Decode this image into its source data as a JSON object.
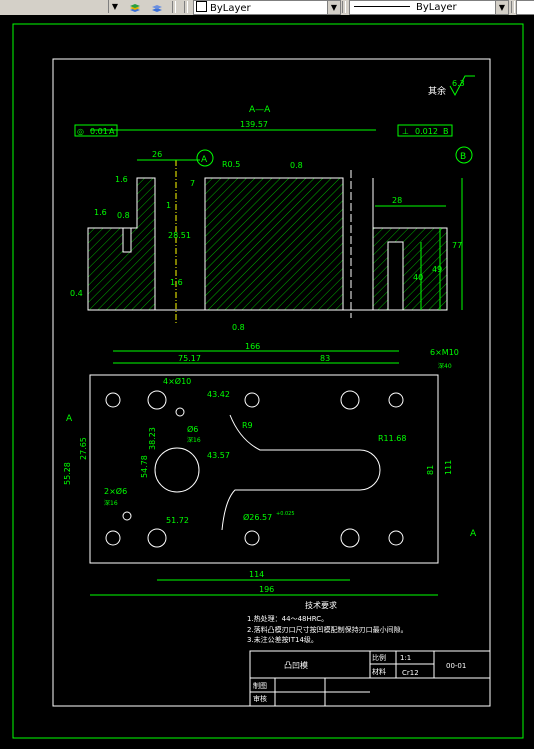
{
  "toolbar": {
    "color_value": "ByLayer",
    "linetype_value": "ByLayer",
    "dropdown_arrow": "▼"
  },
  "drawing": {
    "section_label": "A—A",
    "roughness_rest_label": "其余",
    "roughness_rest_value": "6.3",
    "dims_section": {
      "overall": "139.57",
      "d26": "26",
      "r05": "R0.5",
      "ra08_top": "0.8",
      "d7": "7",
      "d16_top": "1.6",
      "d16_left": "1.6",
      "d08_left": "0.8",
      "d1": "1",
      "d2851": "28.51",
      "d16_mid": "1.6",
      "d04": "0.4",
      "d08_bottom": "0.8",
      "d28": "28",
      "d77": "77",
      "d49": "49",
      "d40": "40"
    },
    "datum_a": "A",
    "datum_b": "B",
    "gdt_left": {
      "symbol": "◎",
      "tol": "0.01",
      "datum": "A"
    },
    "gdt_right": {
      "symbol": "⊥",
      "tol": "0.012",
      "datum": "B"
    },
    "dims_plan": {
      "d166": "166",
      "d7517": "75.17",
      "d83": "83",
      "note_6m10": "6×M10",
      "note_6m10_depth": "深40",
      "note_4d10": "4×Ø10",
      "d4342": "43.42",
      "phi6": "Ø6",
      "phi6_depth": "深16",
      "r9": "R9",
      "r1168": "R11.68",
      "d2765": "27.65",
      "d3823": "38.23",
      "d5528": "55.28",
      "d5478": "54.78",
      "d4357": "43.57",
      "d81": "81",
      "d111": "111",
      "two_phi6": "2×Ø6",
      "two_phi6_depth": "深16",
      "phi2657": "Ø26.57",
      "tol": "+0.025",
      "d5172": "51.72",
      "d114": "114",
      "d196": "196",
      "a_left": "A",
      "a_right": "A"
    },
    "tech_req": {
      "title": "技术要求",
      "lines": [
        "1.热处理：44～48HRC。",
        "2.落料凸模刃口尺寸按凹模配制保持刃口最小间隙。",
        "3.未注公差按IT14级。"
      ]
    },
    "title_block": {
      "part_name": "凸凹模",
      "scale_label": "比例",
      "scale_value": "1:1",
      "drawing_no": "00-01",
      "material_label": "材料",
      "material_value": "Cr12",
      "drawn_label": "制图",
      "checked_label": "审核"
    }
  }
}
